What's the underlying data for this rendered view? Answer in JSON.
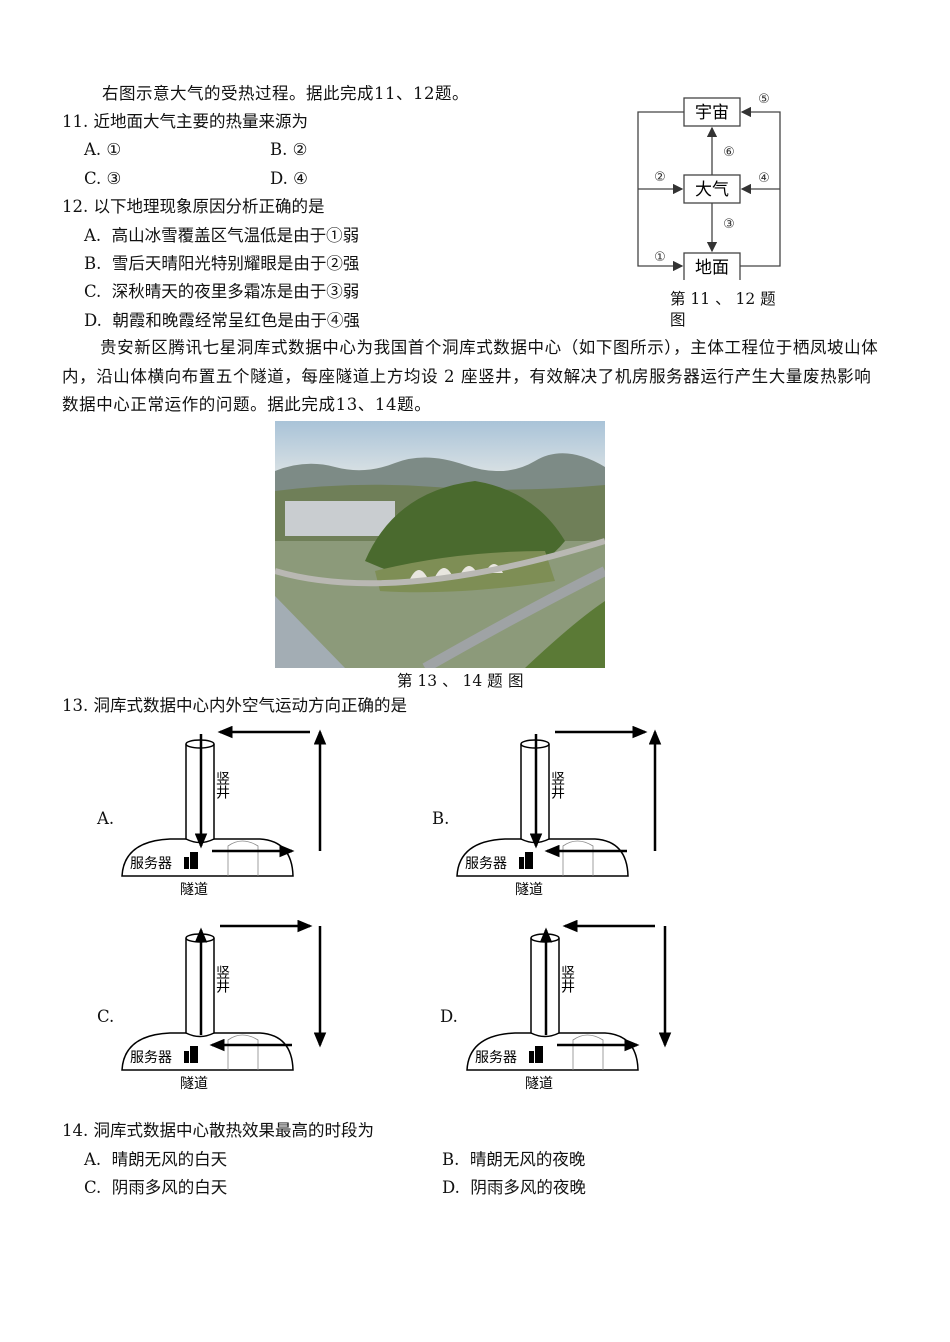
{
  "intro_11_12": "右图示意大气的受热过程。据此完成11、12题。",
  "q11": {
    "stem": "11.  近地面大气主要的热量来源为",
    "options": [
      {
        "label": "A.",
        "text": "①"
      },
      {
        "label": "B.",
        "text": "②"
      },
      {
        "label": "C.",
        "text": "③"
      },
      {
        "label": "D.",
        "text": "④"
      }
    ]
  },
  "q12": {
    "stem": "12.  以下地理现象原因分析正确的是",
    "options": [
      {
        "label": "A.",
        "text": "高山冰雪覆盖区气温低是由于①弱"
      },
      {
        "label": "B.",
        "text": "雪后天晴阳光特别耀眼是由于②强"
      },
      {
        "label": "C.",
        "text": "深秋晴天的夜里多霜冻是由于③弱"
      },
      {
        "label": "D.",
        "text": "朝霞和晚霞经常呈红色是由于④强"
      }
    ]
  },
  "heat_diagram": {
    "boxes": {
      "space": "宇宙",
      "atmosphere": "大气",
      "ground": "地面"
    },
    "markers": [
      "①",
      "②",
      "③",
      "④",
      "⑤",
      "⑥"
    ],
    "caption_line1": "第 11 、 12 题",
    "caption_line2": "图"
  },
  "intro_13_14": "贵安新区腾讯七星洞库式数据中心为我国首个洞库式数据中心（如下图所示），主体工程位于栖凤坡山体内，沿山体横向布置五个隧道，每座隧道上方均设 2 座竖井，有效解决了机房服务器运行产生大量废热影响数据中心正常运作的问题。据此完成13、14题。",
  "photo_caption_line1": "第 13 、 14 题",
  "photo_caption_line2": "图",
  "q13": {
    "stem": "13.  洞库式数据中心内外空气运动方向正确的是",
    "labels": {
      "shaft": "竖井",
      "server": "服务器",
      "tunnel": "隧道"
    },
    "options": [
      {
        "label": "A.",
        "shaft_flow": "down",
        "top_flow": "left",
        "outer_flow": "up",
        "tunnel_flow": "out"
      },
      {
        "label": "B.",
        "shaft_flow": "down",
        "top_flow": "right",
        "outer_flow": "up",
        "tunnel_flow": "in"
      },
      {
        "label": "C.",
        "shaft_flow": "up",
        "top_flow": "right",
        "outer_flow": "down",
        "tunnel_flow": "in"
      },
      {
        "label": "D.",
        "shaft_flow": "up",
        "top_flow": "left",
        "outer_flow": "down",
        "tunnel_flow": "out"
      }
    ]
  },
  "q14": {
    "stem": "14.  洞库式数据中心散热效果最高的时段为",
    "options": [
      {
        "label": "A.",
        "text": "晴朗无风的白天"
      },
      {
        "label": "B.",
        "text": "晴朗无风的夜晚"
      },
      {
        "label": "C.",
        "text": "阴雨多风的白天"
      },
      {
        "label": "D.",
        "text": "阴雨多风的夜晚"
      }
    ]
  }
}
